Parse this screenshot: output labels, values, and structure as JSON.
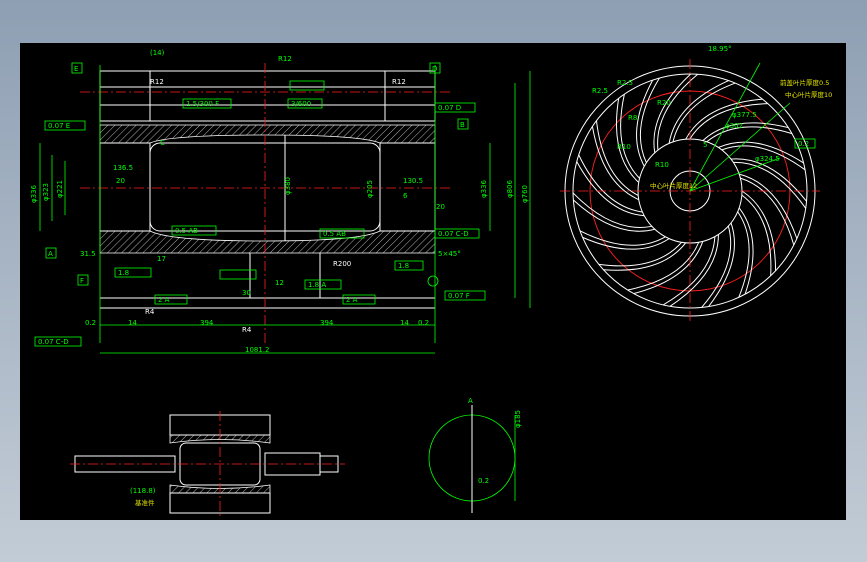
{
  "colors": {
    "background": "#000000",
    "geometry": "#ffffff",
    "dimensions": "#00ff00",
    "centerline": "#ff2020",
    "annotation": "#e6e600"
  },
  "main_view": {
    "top_dims": [
      "(14)",
      "R12"
    ],
    "radii": [
      "R12",
      "R12",
      "R4",
      "R4",
      "R200"
    ],
    "tolerance_frames": [
      "1.5/300 F",
      "3/600",
      "0.07 E",
      "0.07 D",
      "0.5 AB",
      "0.5 AB",
      "0.07 C-D",
      "0.07 F",
      "2 A",
      "2 A",
      "1.8",
      "1.8",
      "1.8 A"
    ],
    "datum_labels": [
      "E",
      "D",
      "C",
      "B",
      "A",
      "F"
    ],
    "horiz_dims": [
      "136.5",
      "20",
      "130.5",
      "6",
      "20",
      "31.5",
      "0.2",
      "14",
      "394",
      "394",
      "14",
      "0.2",
      "17",
      "30",
      "12"
    ],
    "bottom_total": "1081.2",
    "vert_dims": [
      "φ336",
      "φ323",
      "φ221",
      "φ380",
      "φ205",
      "φ336",
      "φ806",
      "φ760"
    ],
    "chamfer": "5×45°",
    "bottom_frame": "0.07 C-D"
  },
  "impeller_view": {
    "angle": "18.95°",
    "radii": [
      "R2.5",
      "R2.5",
      "R20",
      "R8",
      "R10",
      "R10",
      "φ377.5",
      "φ302",
      "φ324.5"
    ],
    "notes": [
      "前盖叶片厚度0.5",
      "中心叶片厚度10",
      "中心叶片厚度12"
    ],
    "frame": "0.2",
    "small_dim": "5"
  },
  "section_view": {
    "dia": "φ185",
    "tol": "0.2",
    "datum": "A"
  },
  "shaft_view": {
    "dim": "(118.8)",
    "note": "基准件"
  }
}
